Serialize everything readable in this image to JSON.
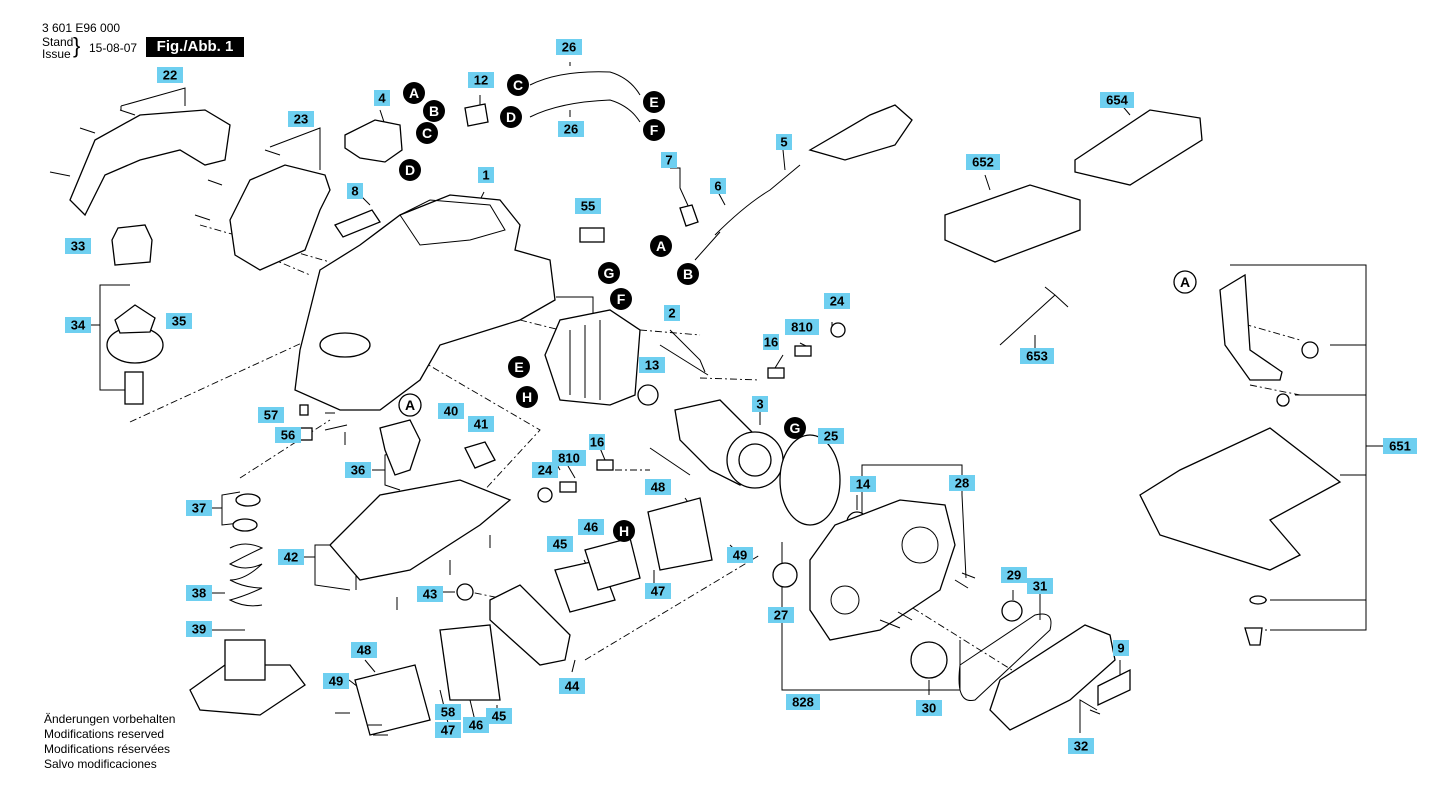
{
  "header": {
    "part_number": "3 601 E96 000",
    "stand": "Stand",
    "issue": "Issue",
    "date": "15-08-07",
    "figure": "Fig./Abb. 1"
  },
  "notes": [
    "Änderungen vorbehalten",
    "Modifications reserved",
    "Modifications réservées",
    "Salvo modificaciones"
  ],
  "part_labels": {
    "p1": "1",
    "p2": "2",
    "p3": "3",
    "p4": "4",
    "p5": "5",
    "p6": "6",
    "p7": "7",
    "p8": "8",
    "p9": "9",
    "p12": "12",
    "p13": "13",
    "p14": "14",
    "p16a": "16",
    "p16b": "16",
    "p22": "22",
    "p23": "23",
    "p24a": "24",
    "p24b": "24",
    "p25": "25",
    "p26a": "26",
    "p26b": "26",
    "p27": "27",
    "p28": "28",
    "p29": "29",
    "p30": "30",
    "p31": "31",
    "p32": "32",
    "p33": "33",
    "p34": "34",
    "p35": "35",
    "p36": "36",
    "p37": "37",
    "p38": "38",
    "p39": "39",
    "p40": "40",
    "p41": "41",
    "p42": "42",
    "p43": "43",
    "p44": "44",
    "p45a": "45",
    "p45b": "45",
    "p46a": "46",
    "p46b": "46",
    "p47a": "47",
    "p47b": "47",
    "p48a": "48",
    "p48b": "48",
    "p49a": "49",
    "p49b": "49",
    "p55": "55",
    "p56": "56",
    "p57": "57",
    "p58": "58",
    "p651": "651",
    "p652": "652",
    "p653": "653",
    "p654": "654",
    "p810a": "810",
    "p810b": "810",
    "p828": "828"
  },
  "connector_labels": {
    "A": "A",
    "B": "B",
    "C": "C",
    "D": "D",
    "E": "E",
    "F": "F",
    "G": "G",
    "H": "H"
  }
}
